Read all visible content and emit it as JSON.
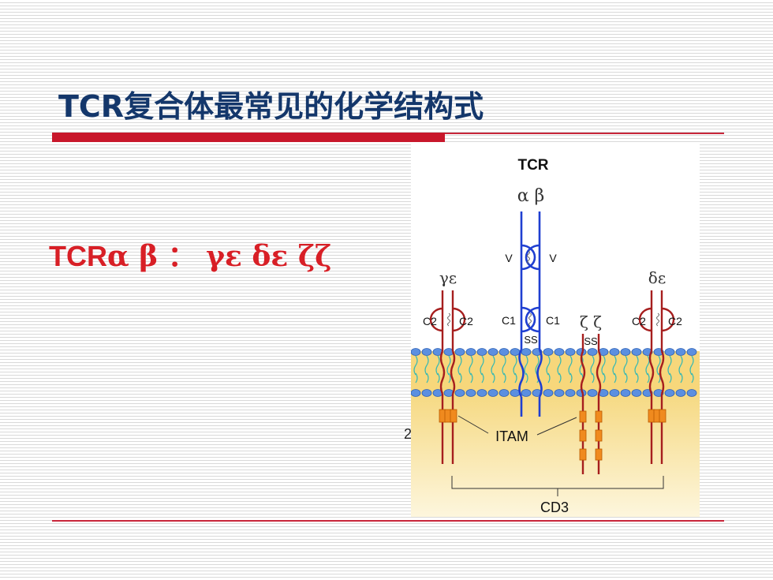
{
  "slide": {
    "title": "TCR复合体最常见的化学结构式",
    "chains_label": "TCR",
    "chains_greek": "α β ：  γε δε ζζ"
  },
  "diagram": {
    "title": "TCR",
    "alpha_beta_label": "α β",
    "gamma_epsilon_label": "γε",
    "delta_epsilon_label": "δε",
    "zeta_zeta_label": "ζ ζ",
    "v_label": "V",
    "c1_label": "C1",
    "c2_label": "C2",
    "ss_label": "SS",
    "itam_label": "ITAM",
    "cd3_label": "CD3",
    "stray_text": "2"
  },
  "colors": {
    "title": "#14376b",
    "accent_red": "#c8172b",
    "chain_text": "#d81f26",
    "tcr_chain": "#1f3fd1",
    "cd3_chain": "#a61e1e",
    "membrane": "#f7d77b",
    "lipid_head": "#5b8fe0",
    "itam": "#f08a1e"
  }
}
